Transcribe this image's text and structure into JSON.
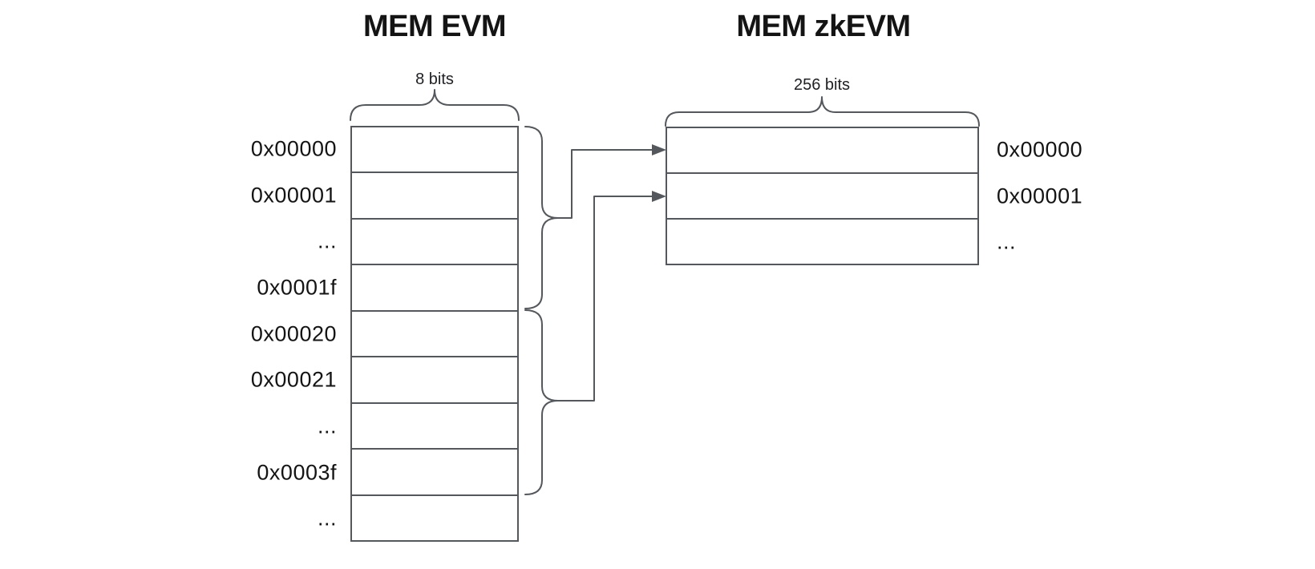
{
  "mem_evm": {
    "title": "MEM EVM",
    "bits_label": "8 bits",
    "cell_count": 9,
    "row_labels": [
      "0x00000",
      "0x00001",
      "...",
      "0x0001f",
      "0x00020",
      "0x00021",
      "...",
      "0x0003f",
      "..."
    ]
  },
  "mem_zkevm": {
    "title": "MEM zkEVM",
    "bits_label": "256 bits",
    "cell_count": 3,
    "row_labels": [
      "0x00000",
      "0x00001",
      "..."
    ]
  },
  "connections": [
    {
      "from_group_rows": "0x00000-0x0001f",
      "to_row": "0x00000"
    },
    {
      "from_group_rows": "0x00020-0x0003f",
      "to_row": "0x00001"
    }
  ],
  "colors": {
    "line": "#54585c",
    "text": "#141414",
    "background": "#ffffff"
  }
}
